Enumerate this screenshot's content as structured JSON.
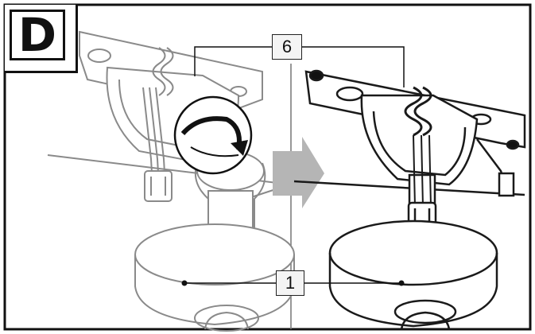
{
  "step_label": "D",
  "callouts": {
    "top": "6",
    "bottom": "1"
  },
  "colors": {
    "line": "#1a1a1a",
    "faded_line": "#8a8a8a",
    "arrow": "#b5b5b5",
    "background": "#ffffff"
  },
  "icons": {
    "transition": "right-arrow-icon",
    "rotation": "rotate-arrow-icon"
  }
}
